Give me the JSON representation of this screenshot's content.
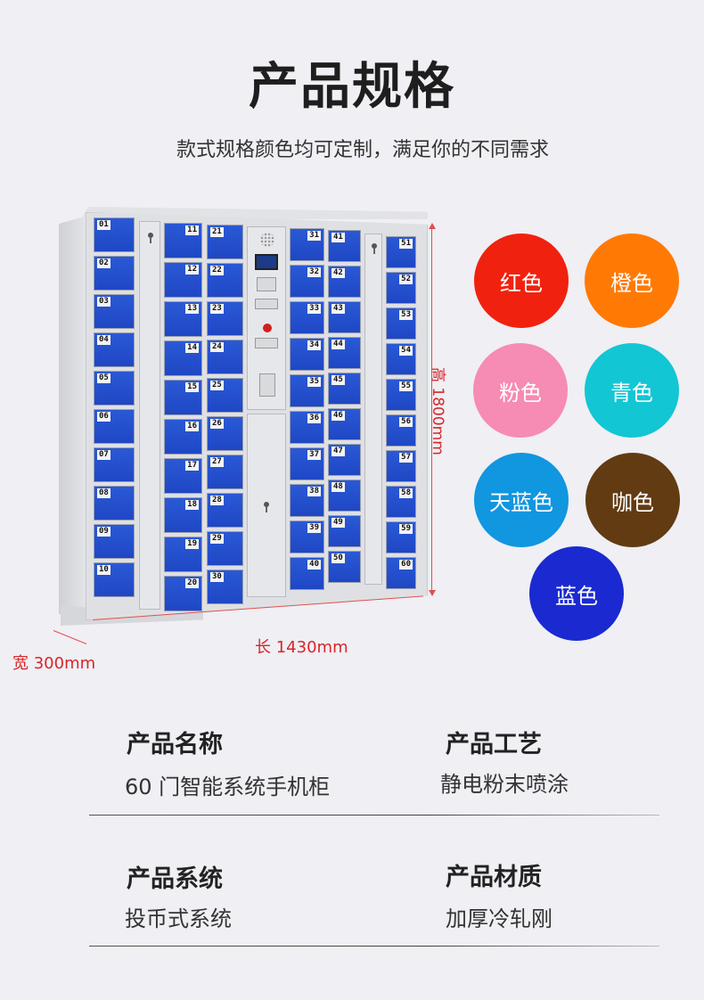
{
  "header": {
    "title": "产品规格",
    "subtitle": "款式规格颜色均可定制，满足你的不同需求"
  },
  "cabinet": {
    "door_numbers": {
      "col1": [
        "01",
        "02",
        "03",
        "04",
        "05",
        "06",
        "07",
        "08",
        "09",
        "10"
      ],
      "col2": [
        "11",
        "12",
        "13",
        "14",
        "15",
        "16",
        "17",
        "18",
        "19",
        "20"
      ],
      "col3": [
        "21",
        "22",
        "23",
        "24",
        "25",
        "26",
        "27",
        "28",
        "29",
        "30"
      ],
      "col4": [
        "31",
        "32",
        "33",
        "34",
        "35",
        "36",
        "37",
        "38",
        "39",
        "40"
      ],
      "col5": [
        "41",
        "42",
        "43",
        "44",
        "45",
        "46",
        "47",
        "48",
        "49",
        "50"
      ],
      "col6": [
        "51",
        "52",
        "53",
        "54",
        "55",
        "56",
        "57",
        "58",
        "59",
        "60"
      ]
    },
    "door_color": "#2552d0"
  },
  "dimensions": {
    "height": "高 1800mm",
    "length": "长 1430mm",
    "width": "宽 300mm",
    "line_color": "#e05050",
    "text_color": "#d8262a"
  },
  "colors": [
    {
      "label": "红色",
      "hex": "#f0220f"
    },
    {
      "label": "橙色",
      "hex": "#ff7a05"
    },
    {
      "label": "粉色",
      "hex": "#f68bb4"
    },
    {
      "label": "青色",
      "hex": "#12c6d4"
    },
    {
      "label": "天蓝色",
      "hex": "#1196e0"
    },
    {
      "label": "咖色",
      "hex": "#623b12"
    },
    {
      "label": "蓝色",
      "hex": "#1a2ad0"
    }
  ],
  "specs": [
    {
      "label": "产品名称",
      "value": "60 门智能系统手机柜"
    },
    {
      "label": "产品工艺",
      "value": "静电粉末喷涂"
    },
    {
      "label": "产品系统",
      "value": "投币式系统"
    },
    {
      "label": "产品材质",
      "value": "加厚冷轧刚"
    }
  ]
}
